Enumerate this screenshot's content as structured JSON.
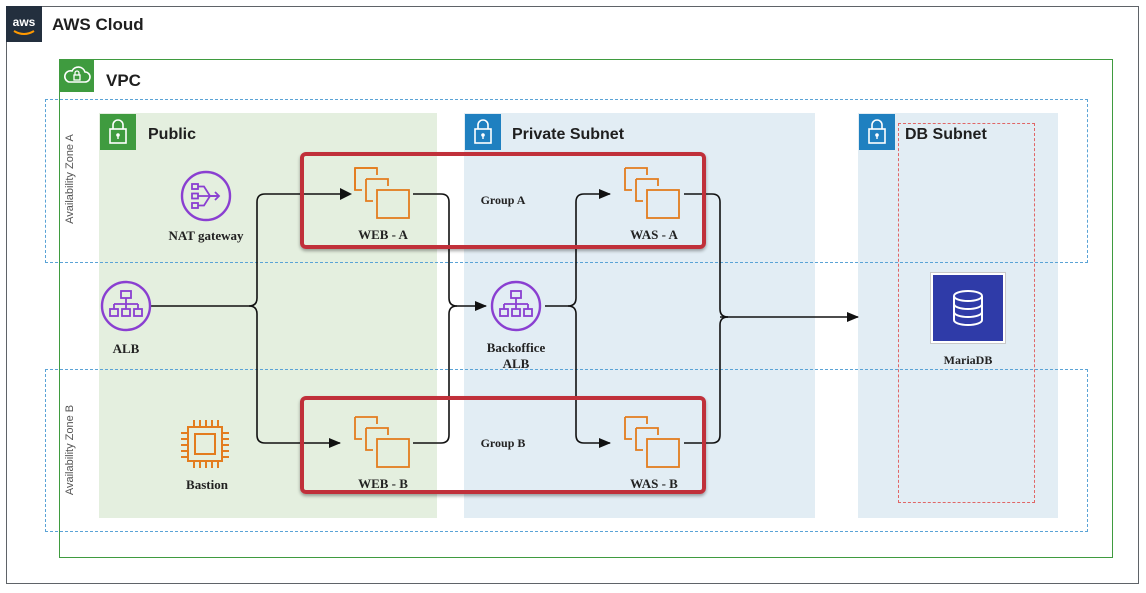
{
  "cloud": {
    "title": "AWS Cloud",
    "badge": "aws"
  },
  "vpc": {
    "title": "VPC"
  },
  "subnets": {
    "public": "Public",
    "private": "Private Subnet",
    "db": "DB Subnet"
  },
  "zones": {
    "a": "Availability Zone A",
    "b": "Availability Zone B"
  },
  "groups": {
    "a": "Group A",
    "b": "Group B"
  },
  "nodes": {
    "nat": "NAT gateway",
    "alb": "ALB",
    "bastion": "Bastion",
    "web_a": "WEB - A",
    "web_b": "WEB - B",
    "backoffice_line1": "Backoffice",
    "backoffice_line2": "ALB",
    "was_a": "WAS - A",
    "was_b": "WAS - B",
    "mariadb": "MariaDB"
  },
  "colors": {
    "vpc_green": "#3f9b3f",
    "subnet_blue": "#1f80c0",
    "group_red": "#c0303a",
    "ec2_orange": "#e37c1e",
    "alb_purple": "#8a3fd1",
    "db_blue": "#2f3ba8"
  }
}
